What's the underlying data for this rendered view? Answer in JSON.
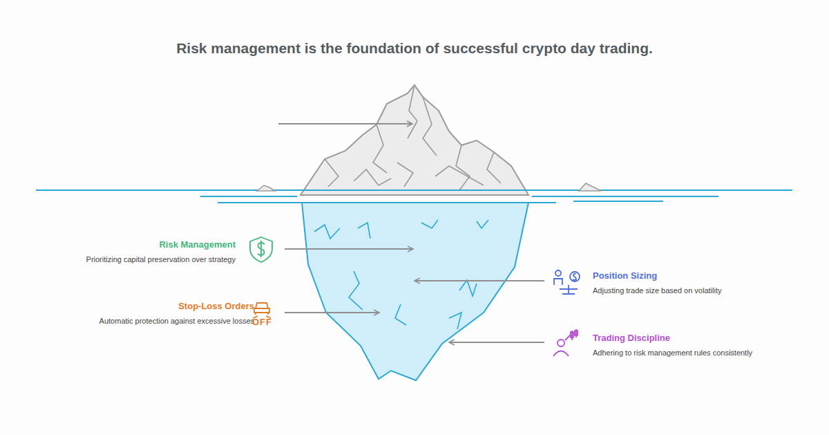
{
  "diagram": {
    "title": "Risk management is the foundation of successful crypto day trading.",
    "nodes": [
      {
        "text": [
          "Risk Management",
          "Prioritizing capital preservation over strategy"
        ]
      },
      {
        "text": [
          "Position Sizing",
          "Adjusting trade size based on volatility"
        ]
      },
      {
        "text": [
          "Stop-Loss Orders",
          "Automatic protection against excessive losses"
        ]
      },
      {
        "text": [
          "Trading Discipline",
          "Adhering to risk management rules consistently"
        ]
      }
    ],
    "labels": [
      "OFF"
    ]
  }
}
